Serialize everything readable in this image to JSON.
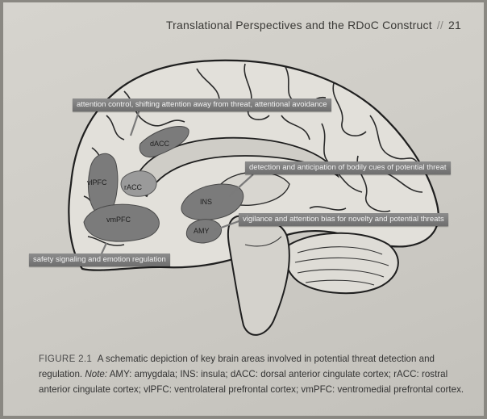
{
  "header": {
    "chapter_title": "Translational Perspectives and the RDoC Construct",
    "separator": "//",
    "page_number": "21"
  },
  "figure": {
    "callouts": {
      "attention": "attention control, shifting attention away from threat, attentional avoidance",
      "detection": "detection and anticipation of bodily cues of potential threat",
      "vigilance": "vigilance and attention bias for novelty and potential threats",
      "safety": "safety signaling and emotion regulation"
    },
    "regions": {
      "dacc": "dACC",
      "vlpfc": "vlPFC",
      "racc": "rACC",
      "vmpfc": "vmPFC",
      "ins": "INS",
      "amy": "AMY"
    }
  },
  "caption": {
    "label": "FIGURE 2.1",
    "text": "A schematic depiction of key brain areas involved in potential threat detection and regulation.",
    "note_label": "Note:",
    "note_text": "AMY: amygdala; INS: insula; dACC: dorsal anterior cingulate cortex; rACC: rostral anterior cingulate cortex; vlPFC: ventrolateral prefrontal cortex; vmPFC: ventromedial prefrontal cortex."
  }
}
